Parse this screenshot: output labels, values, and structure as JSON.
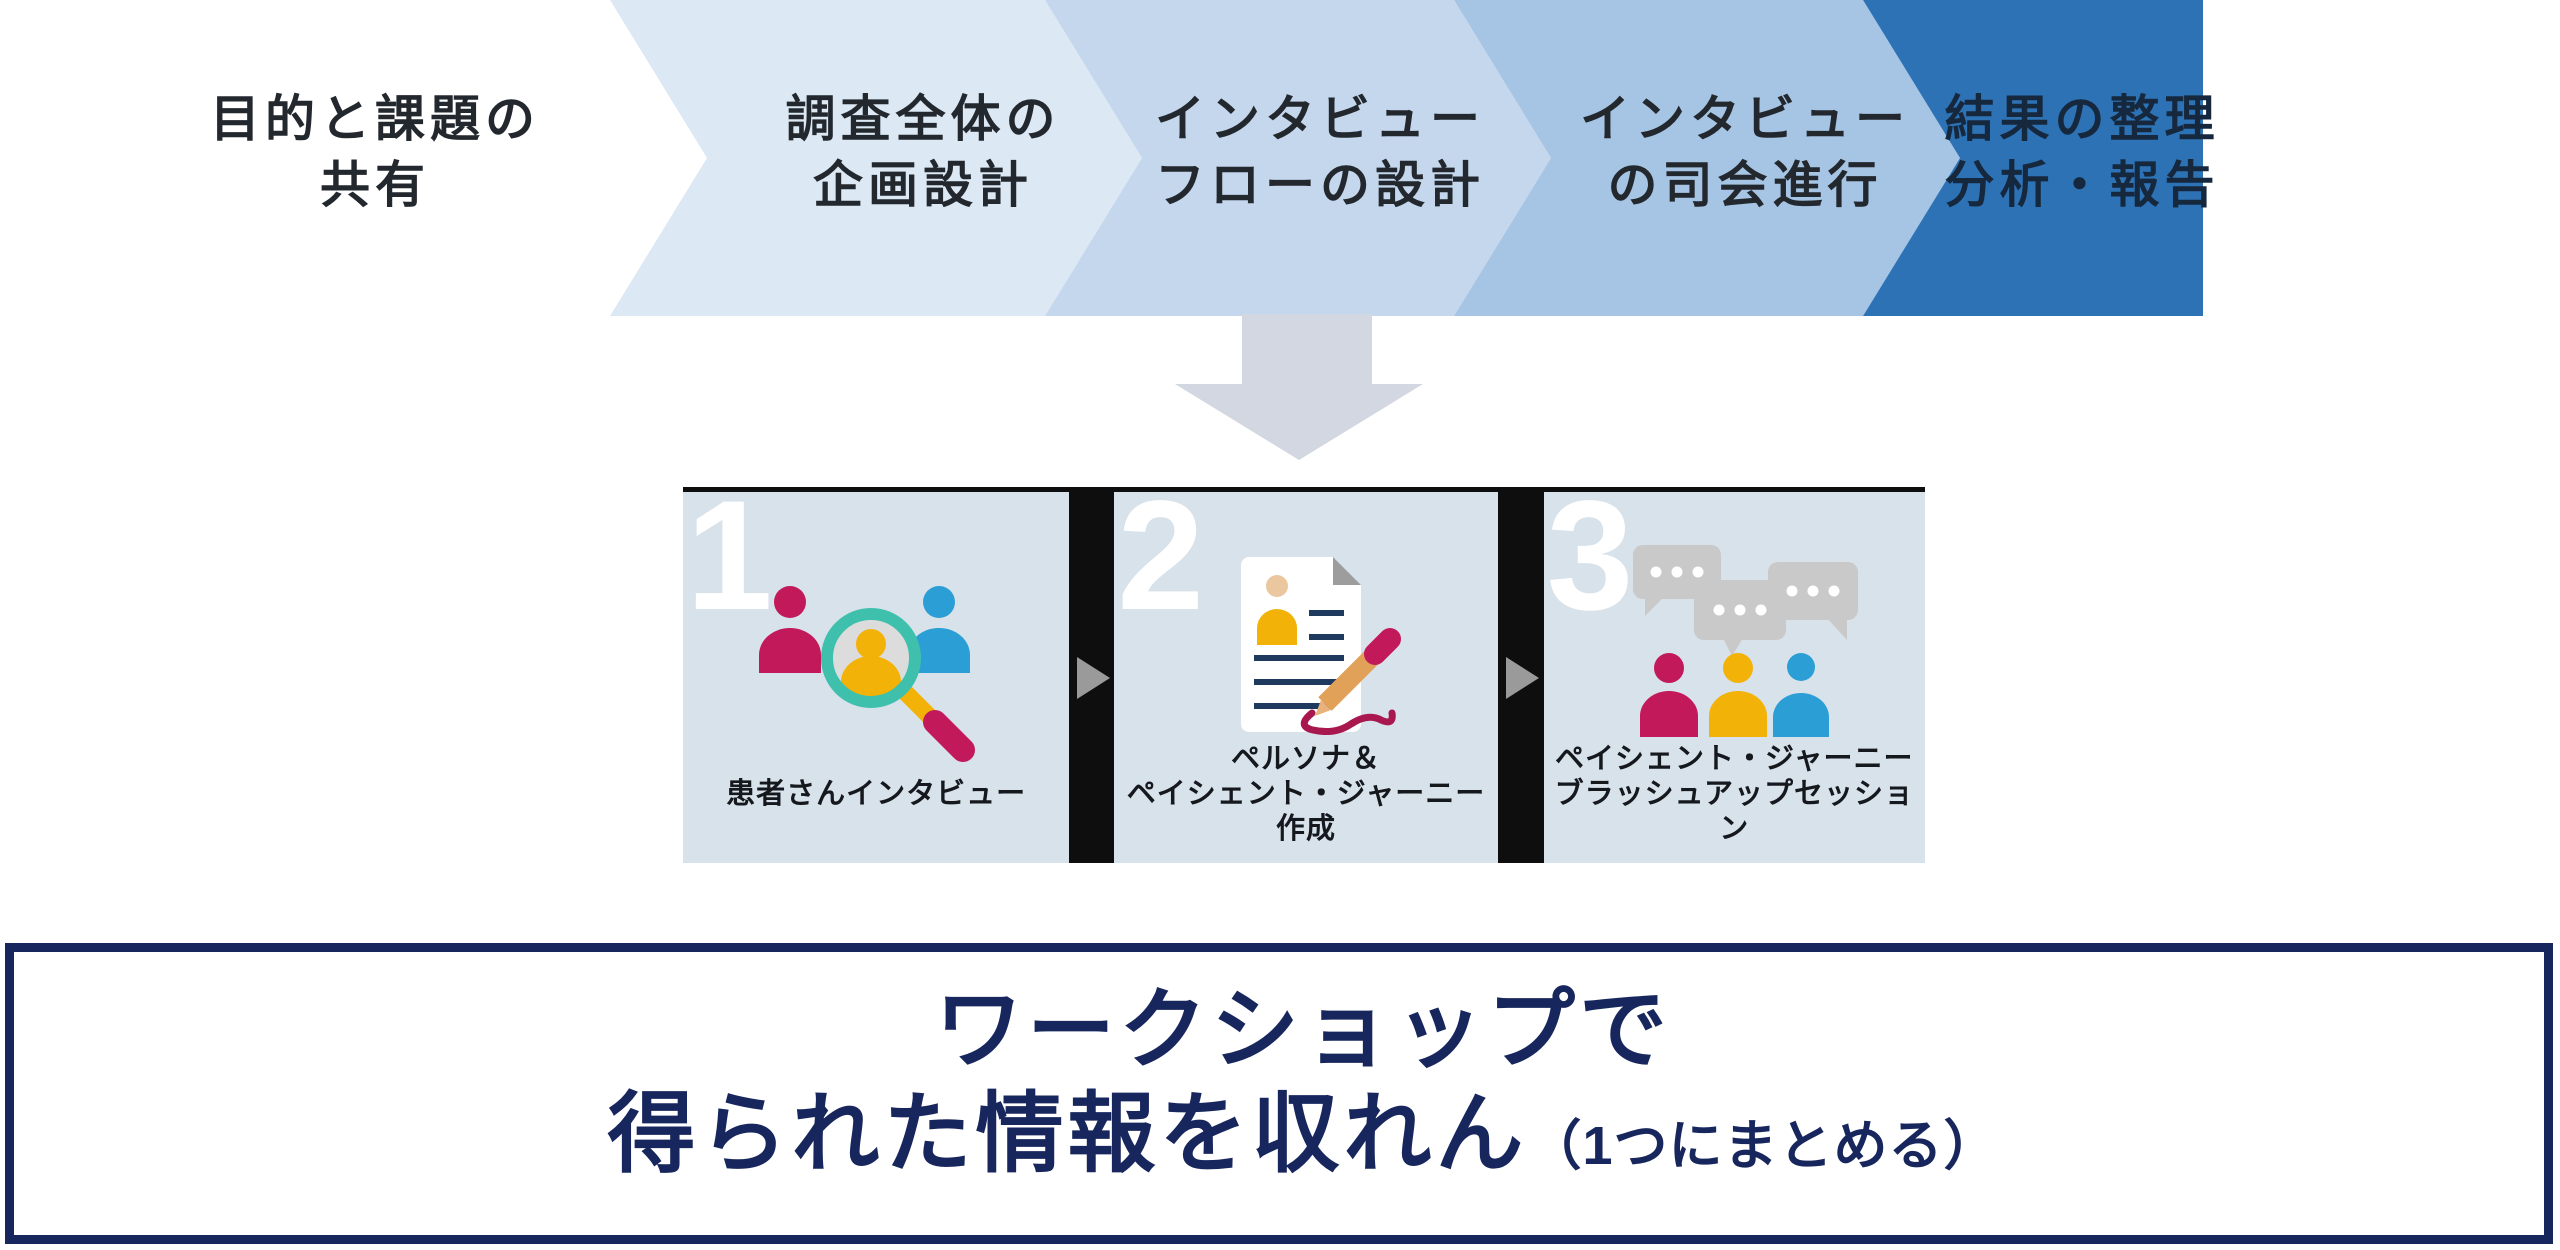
{
  "process_flow": {
    "stages": [
      {
        "line1": "目的と課題の",
        "line2": "共有",
        "color": "#ffffff"
      },
      {
        "line1": "調査全体の",
        "line2": "企画設計",
        "color": "#dce8f4"
      },
      {
        "line1": "インタビュー",
        "line2": "フローの設計",
        "color": "#c4d7ec"
      },
      {
        "line1": "インタビュー",
        "line2": "の司会進行",
        "color": "#a6c4e3"
      },
      {
        "line1": "結果の整理",
        "line2": "分析・報告",
        "color": "#2e72b6"
      }
    ]
  },
  "workshop_steps": [
    {
      "number": "1",
      "label_line1": "患者さんインタビュー",
      "label_line2": "",
      "icon": "patient-interview-magnifier"
    },
    {
      "number": "2",
      "label_line1": "ペルソナ＆",
      "label_line2": "ペイシェント・ジャーニー作成",
      "icon": "persona-journey-document"
    },
    {
      "number": "3",
      "label_line1": "ペイシェント・ジャーニー",
      "label_line2": "ブラッシュアップセッション",
      "icon": "brushup-session-speech"
    }
  ],
  "summary_banner": {
    "line1": "ワークショップで",
    "line2_main": "得られた情報を収れん",
    "line2_note": "（1つにまとめる）"
  },
  "colors": {
    "down_arrow": "#d3d7e1",
    "card_background": "#d8e2ea",
    "separator_black": "#0e0e0e",
    "separator_triangle": "#9a9a9a",
    "banner_navy": "#17265c",
    "person_crimson": "#c2195a",
    "person_yellow": "#f2b208",
    "person_blue": "#2b9ed5",
    "magnifier_teal": "#3ec0ad",
    "speech_bubble_gray": "#c9c9c9"
  }
}
